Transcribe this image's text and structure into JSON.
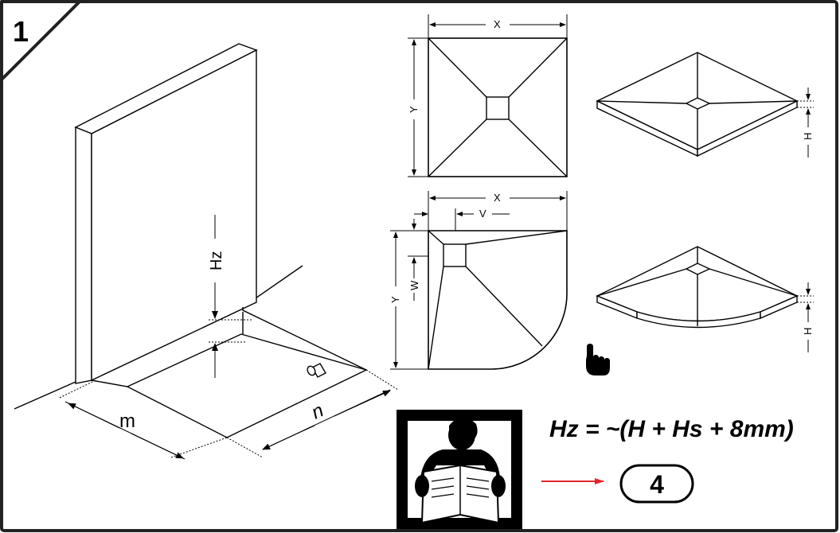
{
  "step": {
    "number": "1"
  },
  "room": {
    "label_hz": "Hz",
    "label_m": "m",
    "label_n": "n"
  },
  "square_tray": {
    "label_x": "X",
    "label_y": "Y",
    "label_h": "H"
  },
  "quadrant_tray": {
    "label_x": "X",
    "label_v": "V",
    "label_y": "Y",
    "label_w": "W",
    "label_h": "H"
  },
  "formula": {
    "text": "Hz = ~(H + Hs + 8mm)"
  },
  "reference": {
    "page_number": "4"
  },
  "colors": {
    "frame": "#222222",
    "arrow": "#e3252b",
    "ink": "#000000"
  },
  "icons": {
    "pointer": "pointing-hand-icon",
    "reader": "reading-manual-icon"
  }
}
